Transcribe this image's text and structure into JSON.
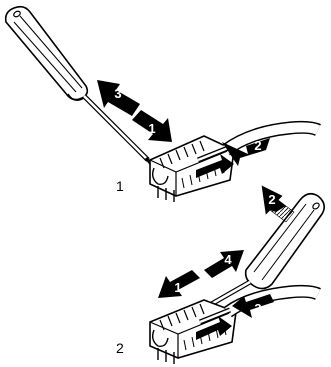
{
  "diagram": {
    "step1": {
      "label": "1",
      "arrows": [
        "3",
        "1",
        "2"
      ]
    },
    "step2": {
      "label": "2",
      "arrows": [
        "2",
        "4",
        "1",
        "3"
      ]
    }
  },
  "colors": {
    "line": "#000000",
    "fill": "#ffffff",
    "arrow": "#000000",
    "arrow_text": "#ffffff"
  }
}
